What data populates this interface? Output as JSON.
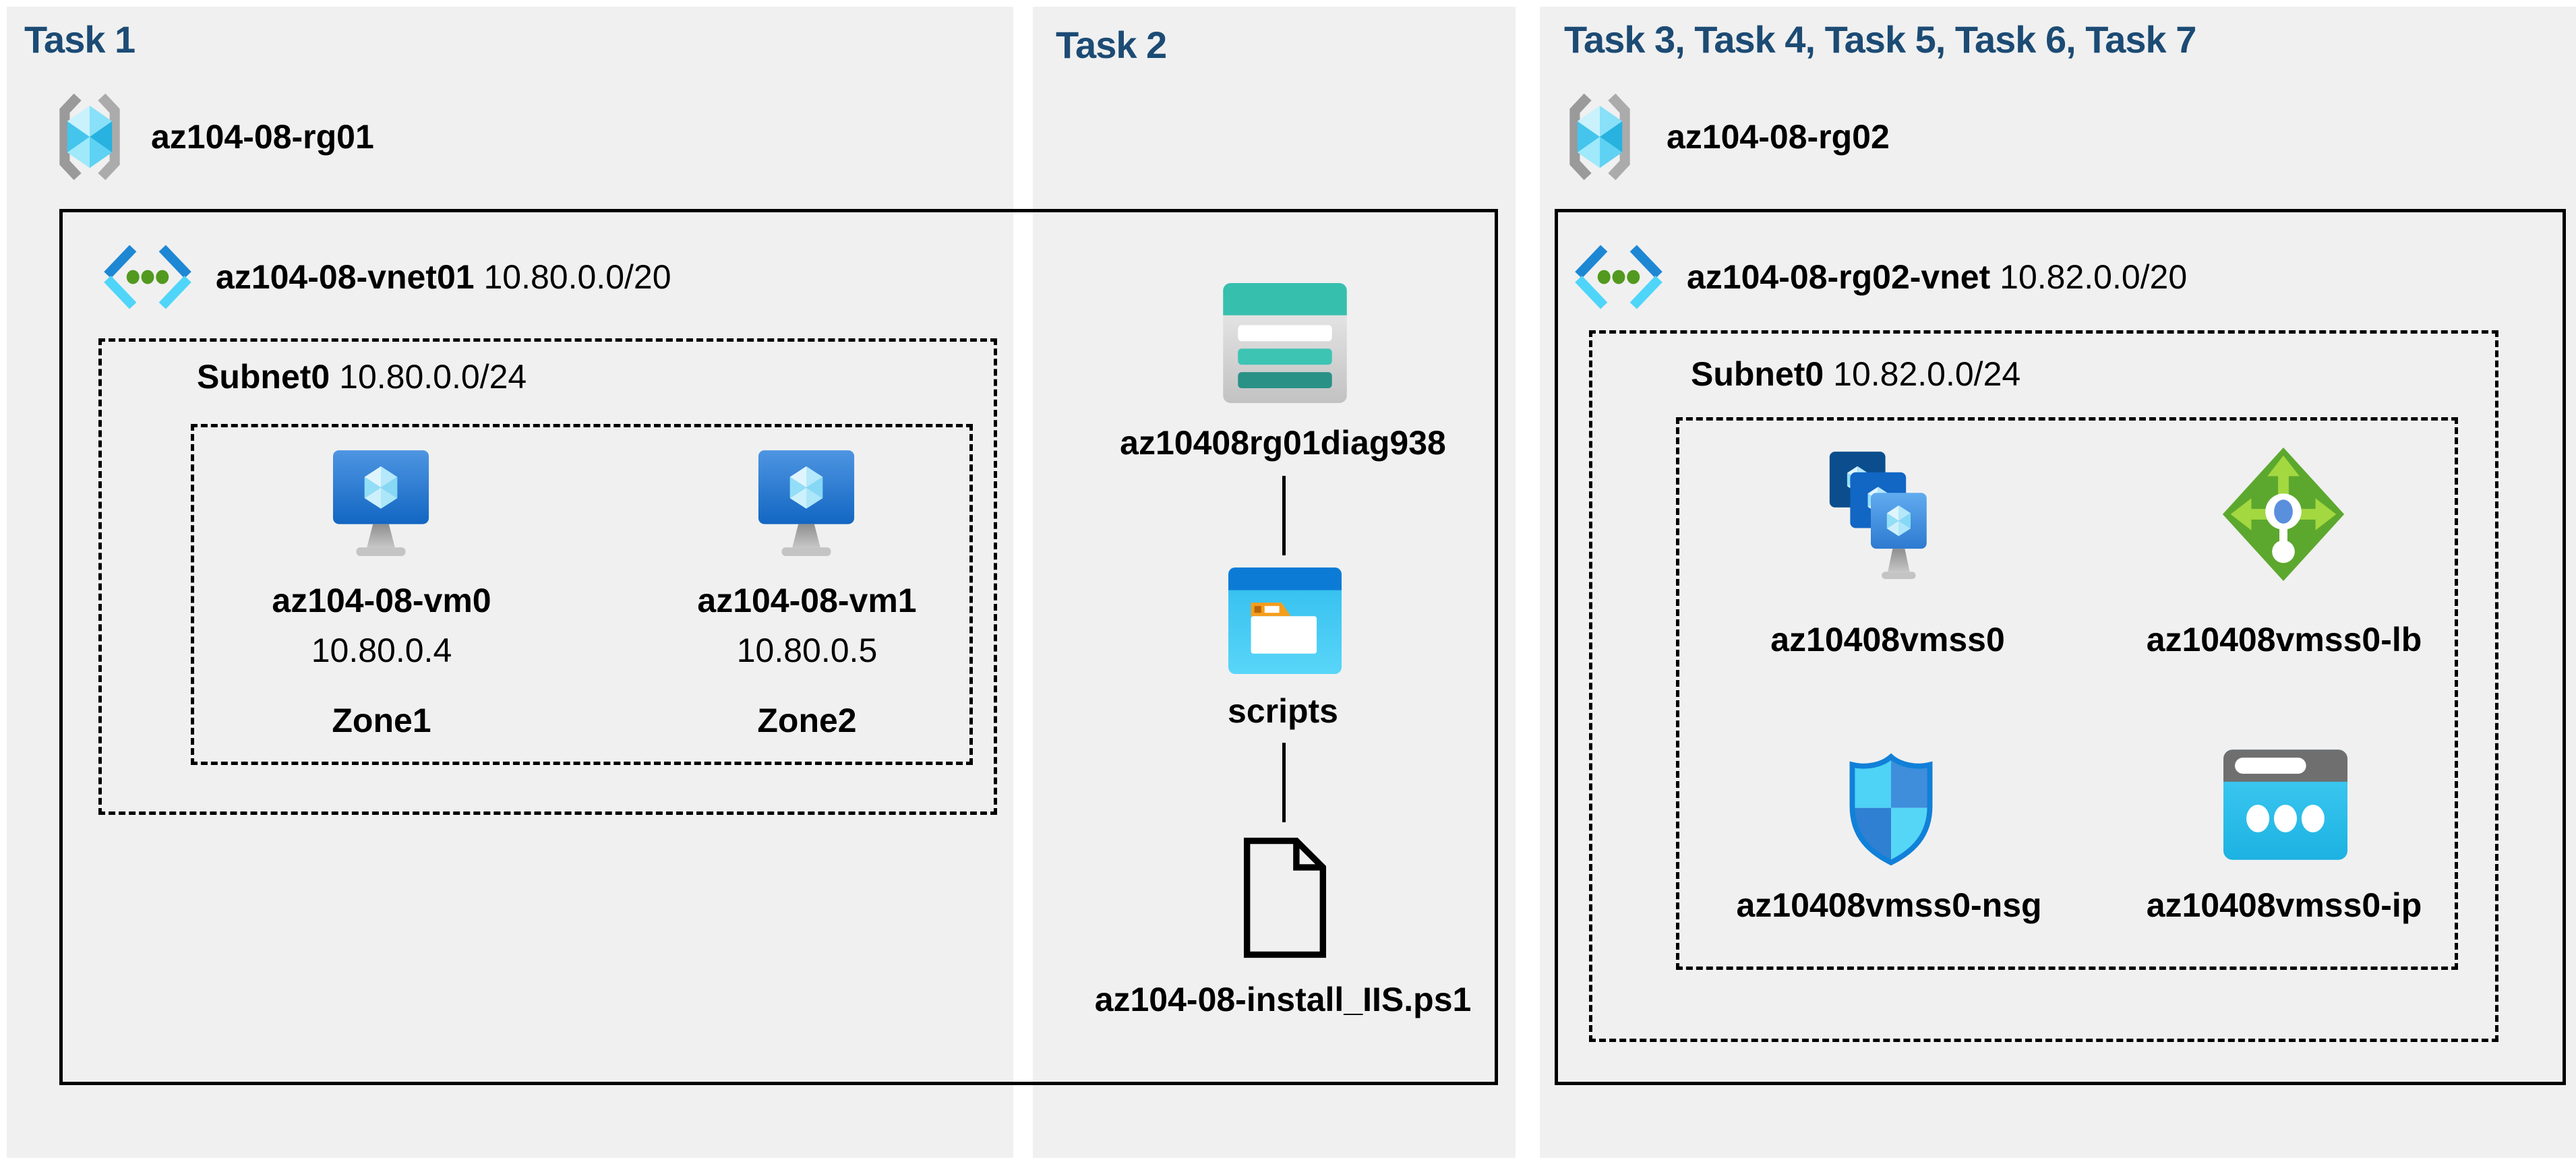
{
  "task1": {
    "title": "Task 1",
    "resource_group": "az104-08-rg01",
    "vnet": {
      "name": "az104-08-vnet01",
      "cidr": "10.80.0.0/20"
    },
    "subnet": {
      "name": "Subnet0",
      "cidr": "10.80.0.0/24"
    },
    "vms": [
      {
        "name": "az104-08-vm0",
        "ip": "10.80.0.4",
        "zone": "Zone1"
      },
      {
        "name": "az104-08-vm1",
        "ip": "10.80.0.5",
        "zone": "Zone2"
      }
    ]
  },
  "task2": {
    "title": "Task 2",
    "storage_account": "az10408rg01diag938",
    "container": "scripts",
    "script_file": "az104-08-install_IIS.ps1"
  },
  "task3": {
    "title": "Task 3, Task 4, Task 5, Task 6, Task 7",
    "resource_group": "az104-08-rg02",
    "vnet": {
      "name": "az104-08-rg02-vnet",
      "cidr": "10.82.0.0/20"
    },
    "subnet": {
      "name": "Subnet0",
      "cidr": "10.82.0.0/24"
    },
    "vmss": "az10408vmss0",
    "load_balancer": "az10408vmss0-lb",
    "nsg": "az10408vmss0-nsg",
    "public_ip": "az10408vmss0-ip"
  },
  "colors": {
    "panel_background": "#f0f0f0",
    "title_navy": "#1c4b74",
    "azure_blue": "#1266c2",
    "light_cyan": "#4fd5f9",
    "vnet_green_dot": "#52991f",
    "storage_teal": "#37bfae",
    "lb_green": "#5ca82e",
    "folder_orange": "#f59d1c",
    "outline_black": "#000000"
  }
}
